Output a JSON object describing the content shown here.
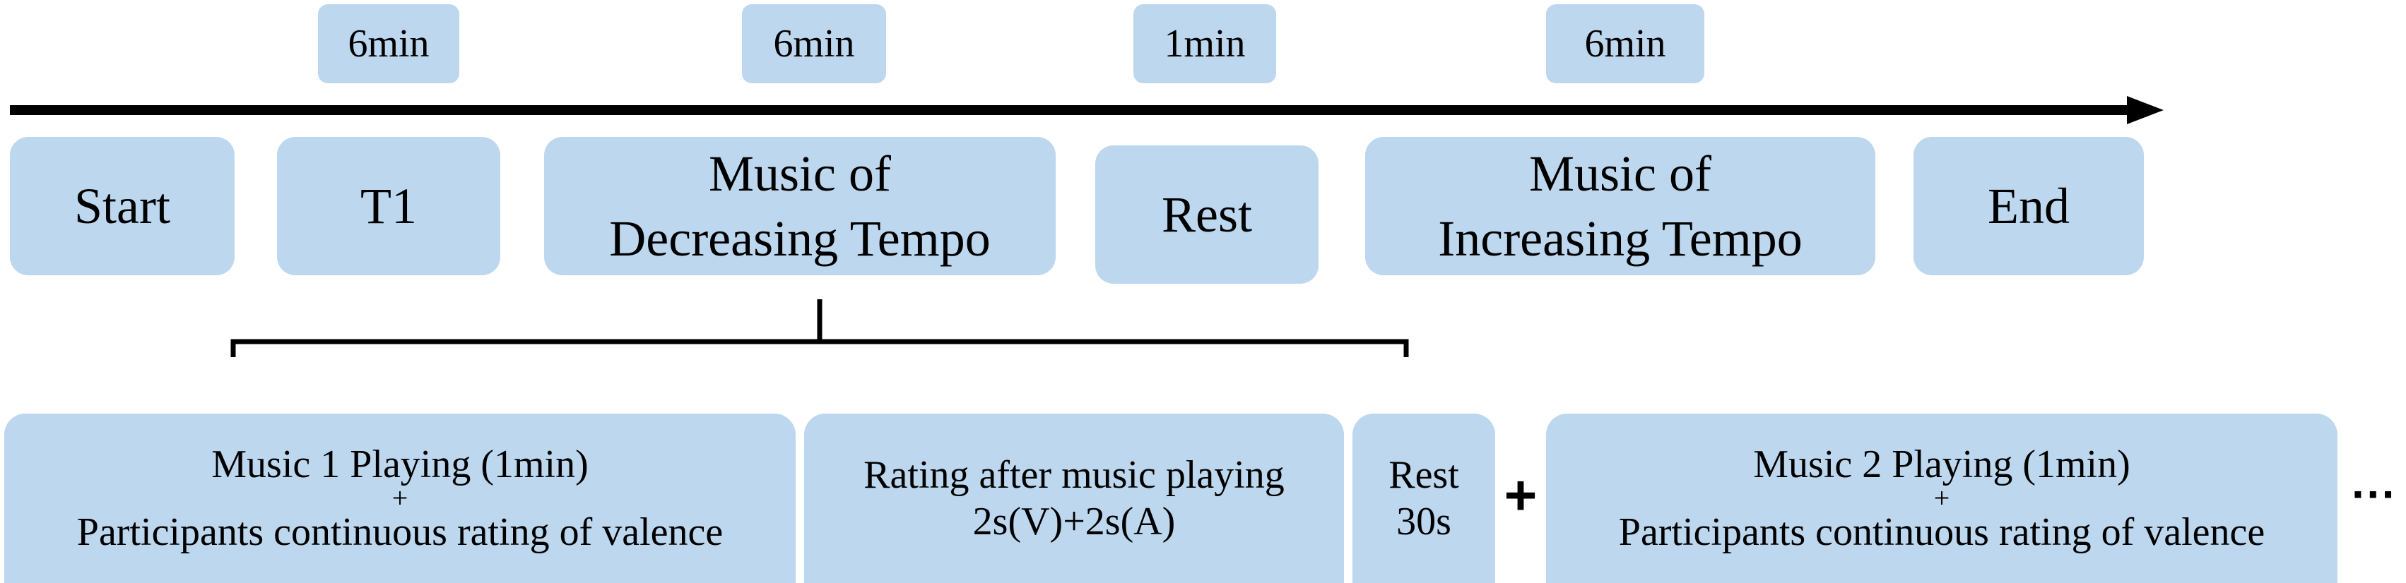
{
  "durations": [
    "6min",
    "6min",
    "1min",
    "6min"
  ],
  "timeline_boxes": {
    "start": "Start",
    "t1": "T1",
    "decreasing": [
      "Music of",
      "Decreasing Tempo"
    ],
    "rest": "Rest",
    "increasing": [
      "Music of",
      "Increasing Tempo"
    ],
    "end": "End"
  },
  "detail_boxes": {
    "music1": [
      "Music 1 Playing (1min)",
      "+",
      "Participants continuous rating of valence"
    ],
    "rating": [
      "Rating after music playing",
      "2s(V)+2s(A)"
    ],
    "rest30": [
      "Rest",
      "30s"
    ],
    "plus": "+",
    "music2": [
      "Music 2 Playing (1min)",
      "+",
      "Participants continuous rating of valence"
    ],
    "ellipsis": "···"
  },
  "colors": {
    "box_fill": "#bdd7ee",
    "line": "#000000"
  }
}
